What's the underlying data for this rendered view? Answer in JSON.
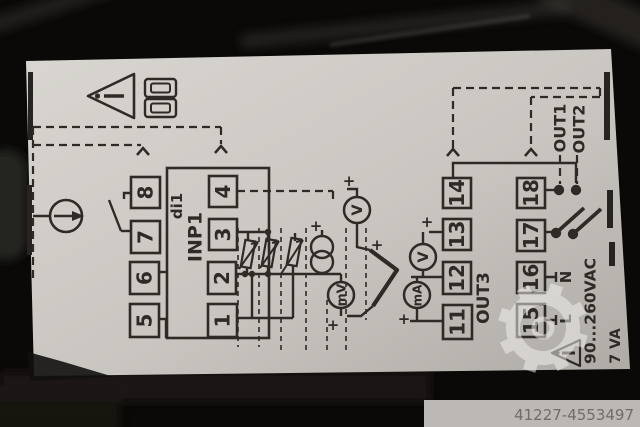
{
  "photo": {
    "watermark_id": "41227-4553497"
  },
  "label": {
    "plus": "+",
    "input": {
      "name": "INP1",
      "digital_input": "di1"
    },
    "outputs": {
      "out1": "OUT1",
      "out2": "OUT2",
      "out3": "OUT3"
    },
    "power": {
      "line": "L",
      "neutral": "N",
      "range": "90...260VAC",
      "consumption": "7 VA"
    },
    "sources": {
      "v_in": "V",
      "mv_in": "mV",
      "ma_out": "mA",
      "v_out": "V"
    },
    "terminals": {
      "outer_left": [
        "5",
        "6",
        "7",
        "8"
      ],
      "inner_left": [
        "1",
        "2",
        "3",
        "4"
      ],
      "inner_right": [
        "11",
        "12",
        "13",
        "14"
      ],
      "outer_right": [
        "15",
        "16",
        "17",
        "18"
      ]
    }
  },
  "colors": {
    "ink": "#2e2a26",
    "label_bg": "#cbc7c2",
    "photo_bg": "#0a0908",
    "strip_bg": "#bcb8b5"
  }
}
